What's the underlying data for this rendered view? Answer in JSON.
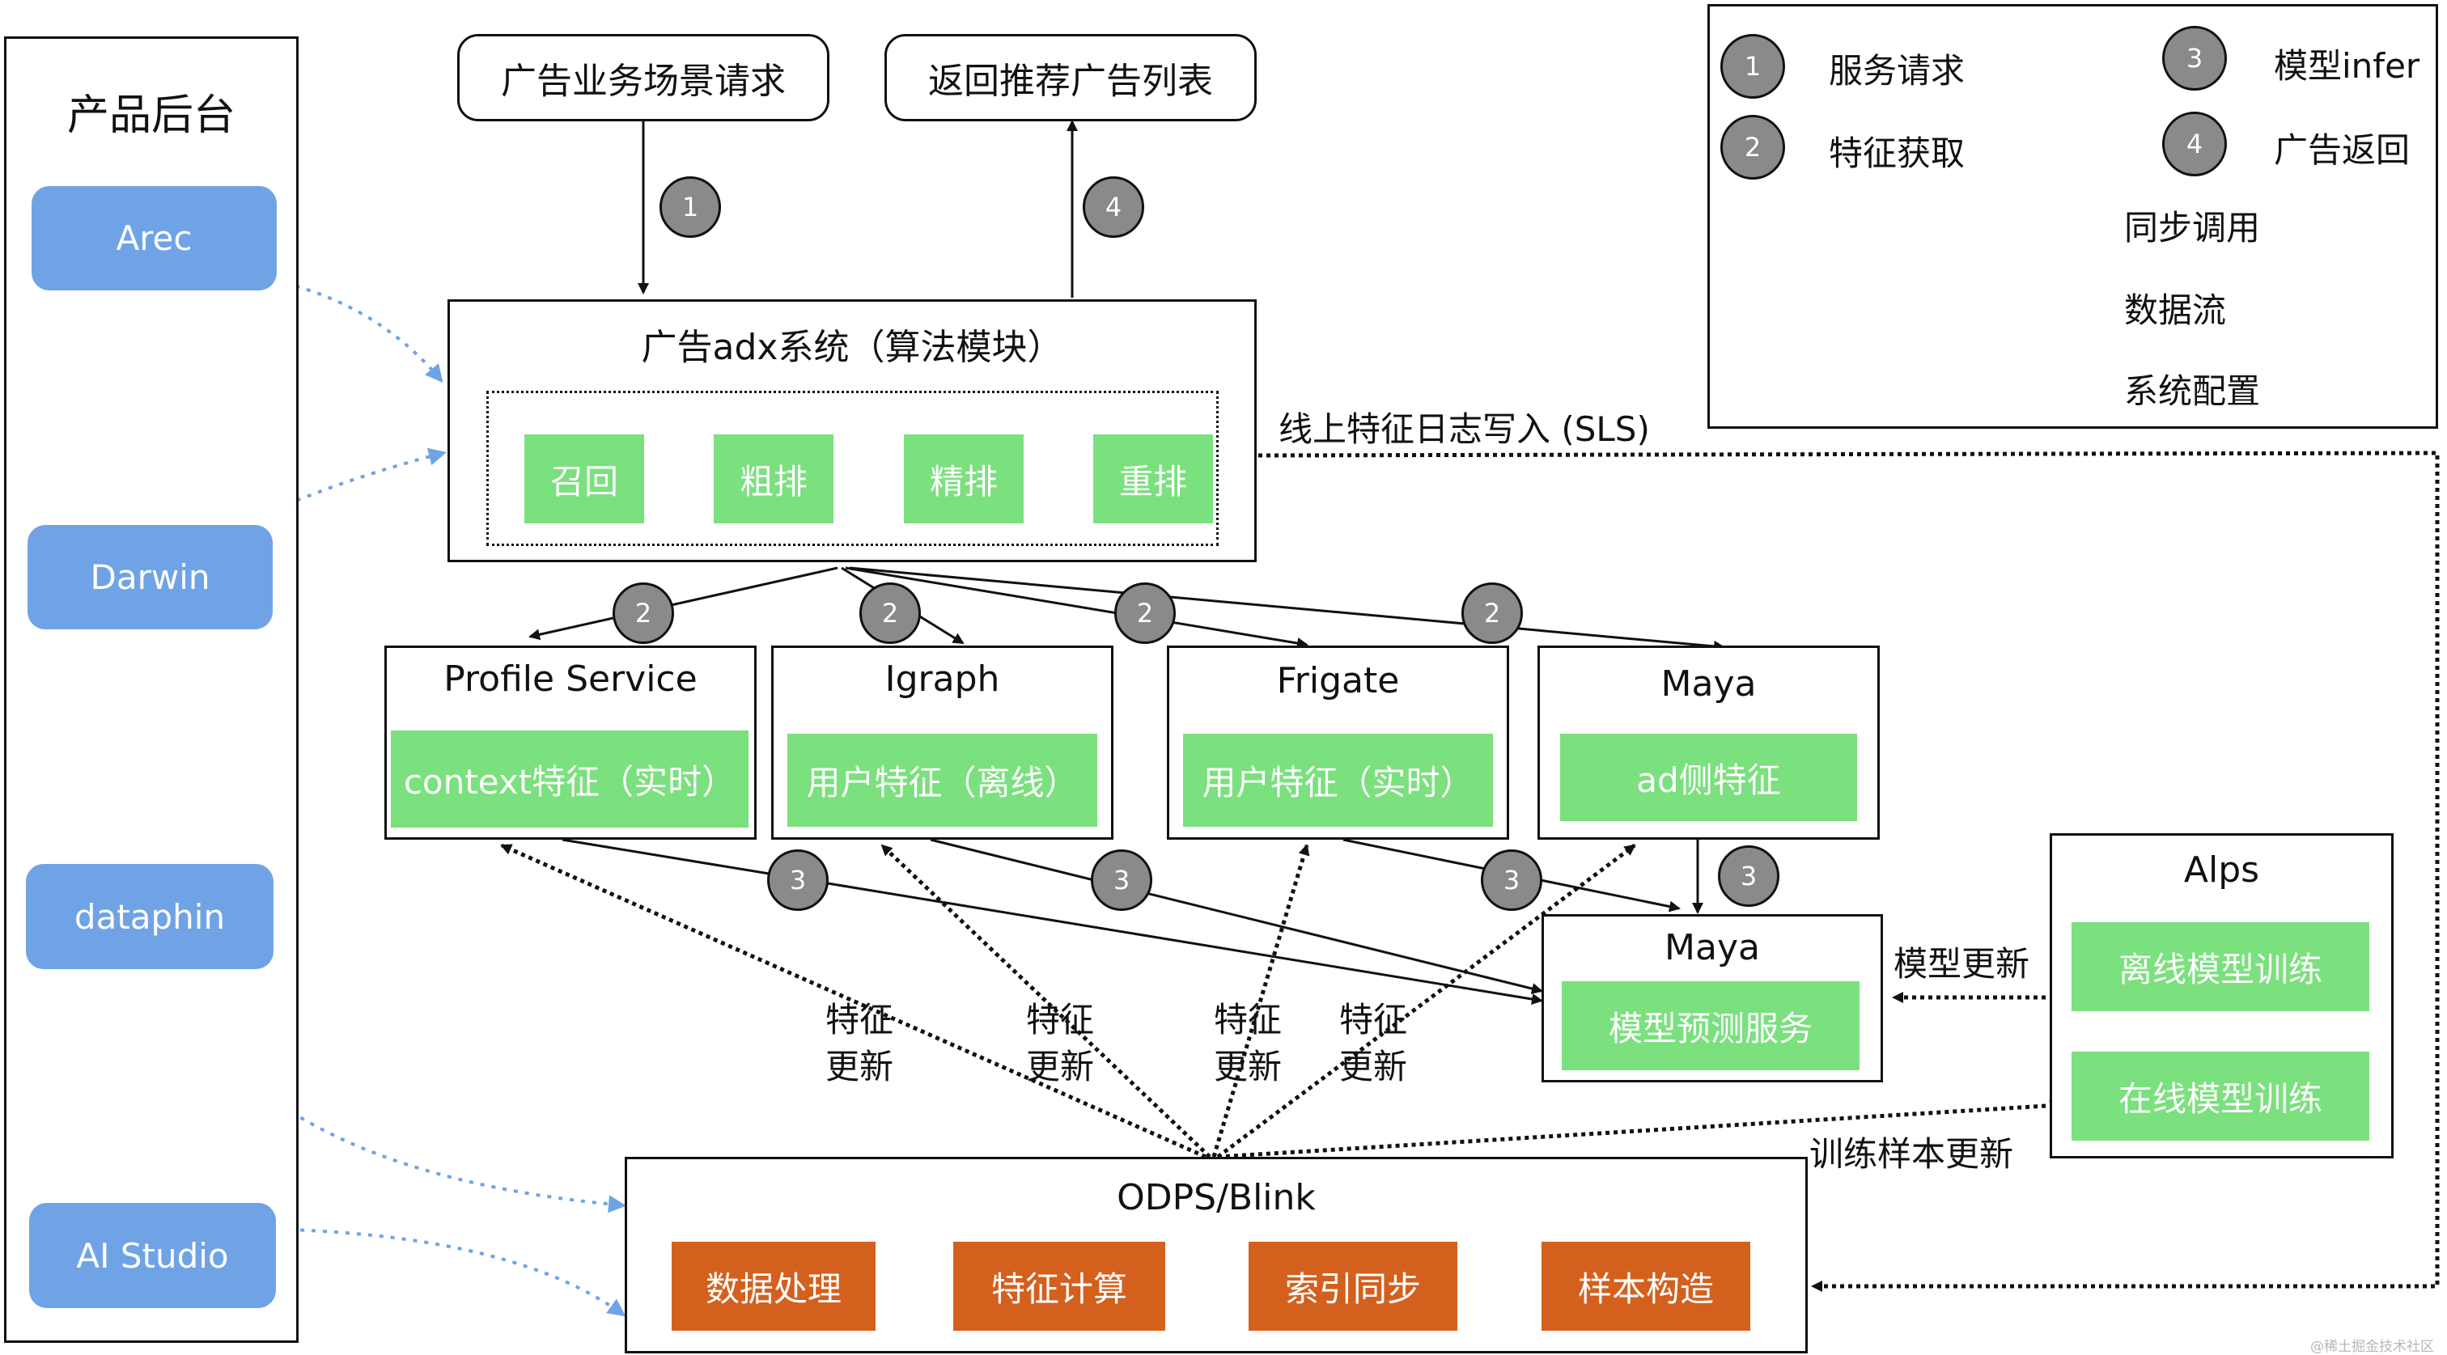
{
  "left_panel": {
    "title": "产品后台",
    "items": [
      "Arec",
      "Darwin",
      "dataphin",
      "AI Studio"
    ]
  },
  "top": {
    "request": "广告业务场景请求",
    "response": "返回推荐广告列表"
  },
  "adx": {
    "title": "广告adx系统（算法模块）",
    "stages": [
      "召回",
      "粗排",
      "精排",
      "重排"
    ]
  },
  "services": [
    {
      "title": "Profile Service",
      "feature": "context特征（实时）"
    },
    {
      "title": "Igraph",
      "feature": "用户特征（离线）"
    },
    {
      "title": "Frigate",
      "feature": "用户特征（实时）"
    },
    {
      "title": "Maya",
      "feature": "ad侧特征"
    }
  ],
  "maya_predict": {
    "title": "Maya",
    "service": "模型预测服务"
  },
  "alps": {
    "title": "Alps",
    "items": [
      "离线模型训练",
      "在线模型训练"
    ]
  },
  "odps": {
    "title": "ODPS/Blink",
    "items": [
      "数据处理",
      "特征计算",
      "索引同步",
      "样本构造"
    ]
  },
  "edge_labels": {
    "sls": "线上特征日志写入 (SLS)",
    "model_update": "模型更新",
    "training_sample": "训练样本更新",
    "feature_update_1": "特征",
    "feature_update_2": "更新"
  },
  "step_numbers": [
    "1",
    "2",
    "3",
    "4"
  ],
  "legend": {
    "steps": [
      {
        "num": "1",
        "label": "服务请求"
      },
      {
        "num": "2",
        "label": "特征获取"
      },
      {
        "num": "3",
        "label": "模型infer"
      },
      {
        "num": "4",
        "label": "广告返回"
      }
    ],
    "lines": [
      {
        "style": "solid-arrow",
        "label": "同步调用"
      },
      {
        "style": "dotted-arrow",
        "label": "数据流"
      },
      {
        "style": "blue-dotted-arrow",
        "label": "系统配置"
      }
    ]
  },
  "watermark": "@稀土掘金技术社区",
  "colors": {
    "blue_box": "#6fa3e6",
    "green_box": "#7be07e",
    "orange_box": "#d4601e",
    "step_circle": "#8a8a8a",
    "config_line": "#6fa3e6"
  }
}
